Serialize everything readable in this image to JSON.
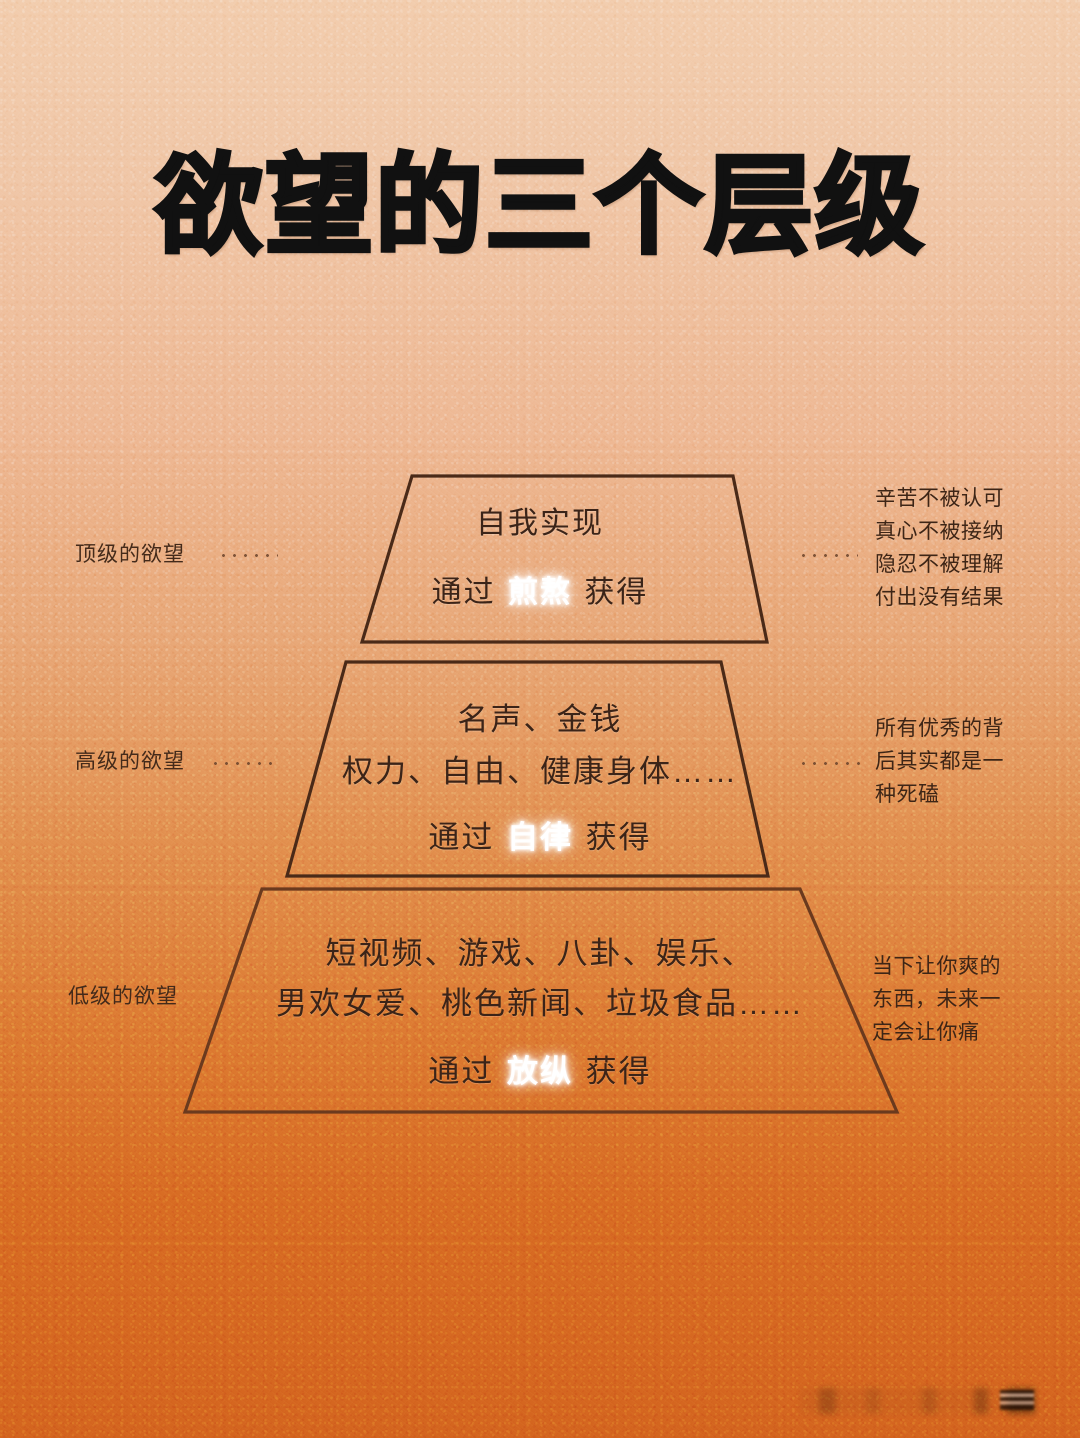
{
  "title": "欲望的三个层级",
  "colors": {
    "bg_top": "#f2cdae",
    "bg_mid": "#e09a6a",
    "bg_bottom": "#d4651f",
    "outline": "#4a2a18",
    "body_text": "#3b2418",
    "highlight_text": "#ffffff",
    "title_text": "#111111"
  },
  "tiers": [
    {
      "id": "top",
      "side_label": "顶级的欲望",
      "lines": [
        {
          "text": "自我实现",
          "highlight": null
        },
        {
          "prefix": "通过 ",
          "highlight": "煎熬",
          "suffix": " 获得"
        }
      ],
      "note": [
        "辛苦不被认可",
        "真心不被接纳",
        "隐忍不被理解",
        "付出没有结果"
      ]
    },
    {
      "id": "middle",
      "side_label": "高级的欲望",
      "lines": [
        {
          "text": "名声、金钱",
          "highlight": null
        },
        {
          "text": "权力、自由、健康身体……",
          "highlight": null
        },
        {
          "prefix": "通过 ",
          "highlight": "自律",
          "suffix": " 获得"
        }
      ],
      "note": [
        "所有优秀的背",
        "后其实都是一",
        "种死磕"
      ]
    },
    {
      "id": "low",
      "side_label": "低级的欲望",
      "lines": [
        {
          "text": "短视频、游戏、八卦、娱乐、",
          "highlight": null
        },
        {
          "text": "男欢女爱、桃色新闻、垃圾食品……",
          "highlight": null
        },
        {
          "prefix": "通过 ",
          "highlight": "放纵",
          "suffix": " 获得"
        }
      ],
      "note": [
        "当下让你爽的",
        "东西，未来一",
        "定会让你痛"
      ]
    }
  ],
  "tier_text": {
    "t1_l1": "自我实现",
    "t1_l2_prefix": "通过 ",
    "t1_l2_kw": "煎熬",
    "t1_l2_suffix": " 获得",
    "t2_l1": "名声、金钱",
    "t2_l2": "权力、自由、健康身体……",
    "t2_l3_prefix": "通过 ",
    "t2_l3_kw": "自律",
    "t2_l3_suffix": " 获得",
    "t3_l1": "短视频、游戏、八卦、娱乐、",
    "t3_l2": "男欢女爱、桃色新闻、垃圾食品……",
    "t3_l3_prefix": "通过 ",
    "t3_l3_kw": "放纵",
    "t3_l3_suffix": " 获得"
  },
  "side_labels": {
    "top": "顶级的欲望",
    "middle": "高级的欲望",
    "low": "低级的欲望"
  },
  "notes": {
    "top_l1": "辛苦不被认可",
    "top_l2": "真心不被接纳",
    "top_l3": "隐忍不被理解",
    "top_l4": "付出没有结果",
    "mid_l1": "所有优秀的背",
    "mid_l2": "后其实都是一",
    "mid_l3": "种死磕",
    "low_l1": "当下让你爽的",
    "low_l2": "东西，未来一",
    "low_l3": "定会让你痛"
  },
  "watermark": {
    "visible": true,
    "state": "blurred"
  }
}
